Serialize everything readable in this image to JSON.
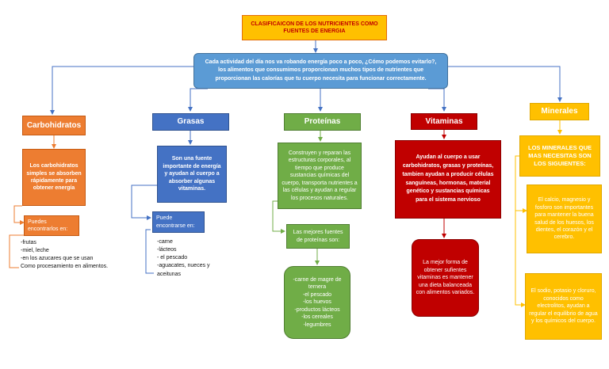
{
  "title": "CLASIFICAICON DE LOS NUTRICIENTES COMO FUENTES DE ENERGIA",
  "intro": "Cada actividad del día nos va robando energía poco a poco, ¿Cómo podemos evitarlo?, los alimentos que consumimos proporcionan muchos tipos de nutrientes que proporcionan las calorías que tu cuerpo necesita para funcionar correctamente.",
  "carbohidratos": {
    "header": "Carbohidratos",
    "description": "Los carbohidratos simples se absorben rápidamente para obtener energía",
    "found_label": "Puedes encontrarlos en:",
    "items": [
      "-frutas",
      "-miel, leche",
      "-en los azucares que se usan",
      "Como procesamiento en alimentos."
    ]
  },
  "grasas": {
    "header": "Grasas",
    "description": "Son una fuente importante de energía y ayudan al cuerpo a absorber algunas vitaminas.",
    "found_label": "Puede encontrarse en:",
    "items": [
      "-carne",
      "-lácteos",
      "- el pescado",
      "-aguacates, nueces y aceitunas"
    ]
  },
  "proteinas": {
    "header": "Proteínas",
    "description": "Construyen y reparan las estructuras corporales, al tiempo que produce sustancias químicas del cuerpo, transporta nutrientes a las células y ayudan a regular los procesos naturales.",
    "sources_label": "Las mejores fuentes de proteínas son:",
    "items": [
      "-carne de magre de ternera",
      "-el pescado",
      "-los huevos",
      "-productos lácteos",
      "-los cereales",
      "-legumbres"
    ]
  },
  "vitaminas": {
    "header": "Vitaminas",
    "description": "Ayudan al cuerpo a usar carbohidratos, grasas y proteínas, tambien ayudan a producir células sanguíneas, hormonas, material genético y sustancias químicas para el sistema nervioso",
    "tip": "La mejor forma de obtener sufientes vitaminas es mantener una dieta balanceada con alimentos variados."
  },
  "minerales": {
    "header": "Minerales",
    "description": "LOS MINERALES QUE MAS NECESITAS SON LOS SIGUIENTES:",
    "item1": "El calcio, magnesio y fosforo son importantes para mantener la buena salud de los huesos, los dientes, el corazón y el cerebro.",
    "item2": "El sodio, potasio y cloruro, conocidos como electrolitos, ayudan a regular el equilibrio de agua y los químicos del cuerpo."
  },
  "colors": {
    "title_bg": "#FFC000",
    "title_border": "#E36C09",
    "title_text": "#C00000",
    "blue_box": "#5B9BD5",
    "carb": "#ED7D31",
    "grasas": "#4472C4",
    "proteinas": "#70AD47",
    "vitaminas": "#C00000",
    "minerales": "#FFC000",
    "line": "#4472C4"
  }
}
